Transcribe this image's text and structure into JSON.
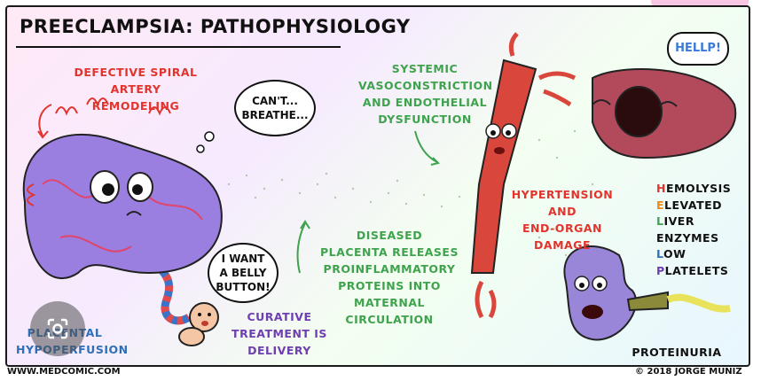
{
  "title": "PREECLAMPSIA: PATHOPHYSIOLOGY",
  "labels": {
    "defective_spiral": [
      "DEFECTIVE SPIRAL",
      "ARTERY REMODELING"
    ],
    "systemic": [
      "SYSTEMIC",
      "VASOCONSTRICTION",
      "AND ENDOTHELIAL",
      "DYSFUNCTION"
    ],
    "hypertension": [
      "HYPERTENSION AND",
      "END-ORGAN",
      "DAMAGE"
    ],
    "diseased": [
      "DISEASED",
      "PLACENTA RELEASES",
      "PROINFLAMMATORY",
      "PROTEINS INTO MATERNAL",
      "CIRCULATION"
    ],
    "curative": [
      "CURATIVE",
      "TREATMENT IS",
      "DELIVERY"
    ],
    "placental": [
      "PLACENTAL",
      "HYPOPERFUSION"
    ],
    "proteinuria": "PROTEINURIA"
  },
  "bubbles": {
    "cant_breathe": [
      "CAN'T...",
      "BREATHE..."
    ],
    "belly_button": [
      "I WANT",
      "A BELLY",
      "BUTTON!"
    ],
    "hellp": "HELLP!"
  },
  "hellp_acronym": [
    {
      "letter": "H",
      "rest": "EMOLYSIS"
    },
    {
      "letter": "E",
      "rest": "LEVATED"
    },
    {
      "letter": "L",
      "rest": "IVER ENZYMES"
    },
    {
      "letter": "L",
      "rest": "OW"
    },
    {
      "letter": "P",
      "rest": "LATELETS"
    }
  ],
  "footer": {
    "left": "WWW.MEDCOMIC.COM",
    "right": "© 2018 JORGE MUNIZ"
  },
  "colors": {
    "red": "#e2342d",
    "green": "#3fa34d",
    "purple": "#6d3fb0",
    "blue": "#2f6fb8",
    "placenta": "#9b7fe0",
    "liver": "#b34a5c",
    "kidney": "#9a86d8",
    "artery": "#d9473c"
  },
  "icons": [
    "placenta-character",
    "artery-character",
    "liver-character",
    "kidney-character",
    "baby-character",
    "umbilical-cord",
    "google-lens-icon"
  ]
}
